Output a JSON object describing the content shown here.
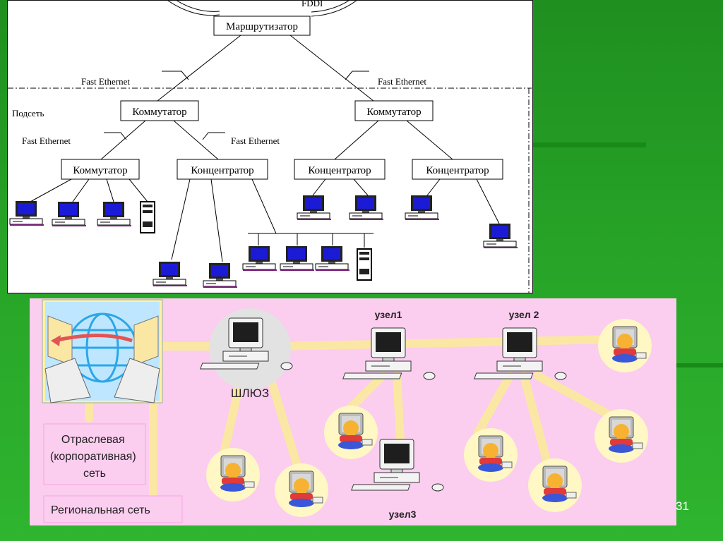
{
  "top_diagram": {
    "router_label": "Маршрутизатор",
    "top_link_label": "FDDI",
    "subnet_label": "Подсеть",
    "link_labels": [
      "Fast Ethernet",
      "Fast Ethernet",
      "Fast Ethernet",
      "Fast Ethernet"
    ],
    "switch_labels": [
      "Коммутатор",
      "Коммутатор",
      "Коммутатор"
    ],
    "hub_labels": [
      "Концентратор",
      "Концентратор",
      "Концентратор"
    ]
  },
  "bottom_diagram": {
    "gateway_label": "ШЛЮЗ",
    "node_labels": [
      "узел1",
      "узел 2",
      "узел3"
    ],
    "network_labels": [
      "Отраслевая (корпоративная) сеть",
      "Региональная сеть"
    ]
  },
  "page_number": "31",
  "colors": {
    "background": "#22a022",
    "bottom_panel": "#fbcdef",
    "link": "#fbe7a4",
    "monitor_screen": "#1b1bd6"
  }
}
